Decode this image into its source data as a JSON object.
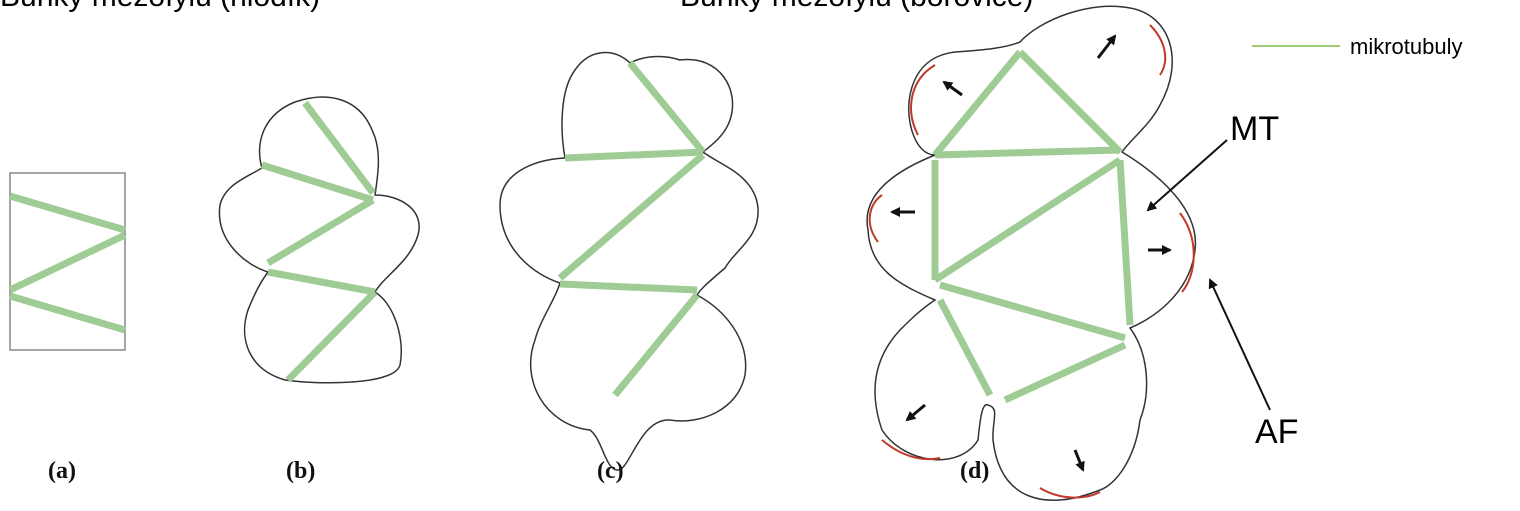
{
  "headings": {
    "left": "Buňky mezofylu (hlodík)",
    "right": "Buňky mezofylu (borovice)"
  },
  "legend": {
    "label": "mikrotubuly",
    "line_color": "#9ccc78"
  },
  "callouts": {
    "mt": "MT",
    "af": "AF"
  },
  "panels": [
    {
      "id": "a",
      "label": "(a)"
    },
    {
      "id": "b",
      "label": "(b)"
    },
    {
      "id": "c",
      "label": "(c)"
    },
    {
      "id": "d",
      "label": "(d)"
    }
  ],
  "colors": {
    "microtubule": "#9fcc95",
    "outline": "#333333",
    "actin": "#c0392b",
    "arrow": "#111111"
  }
}
